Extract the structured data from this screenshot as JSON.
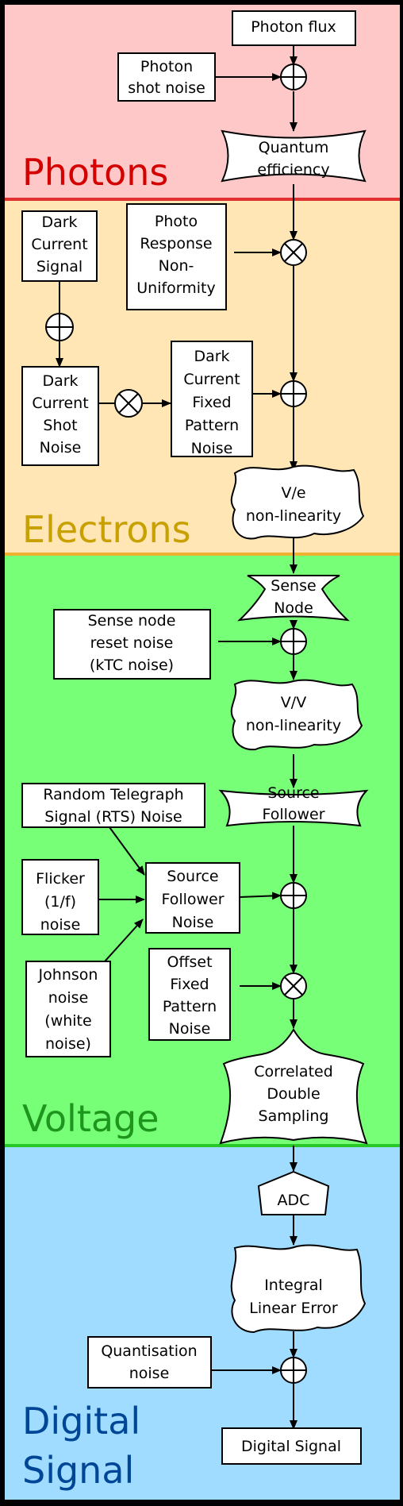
{
  "sections": {
    "photons": {
      "label": "Photons",
      "fill": "#ffc8c8",
      "text_color": "#d40000",
      "border": "#e03030"
    },
    "electrons": {
      "label": "Electrons",
      "fill": "#ffe6b4",
      "text_color": "#c8a000",
      "border": "#f0b030"
    },
    "voltage": {
      "label": "Voltage",
      "fill": "#78ff78",
      "text_color": "#1e961e",
      "border": "#28c828"
    },
    "digital": {
      "label_line1": "Digital",
      "label_line2": "Signal",
      "fill": "#a0dcff",
      "text_color": "#004696"
    }
  },
  "boxes": {
    "photon_flux": {
      "lines": [
        "Photon flux"
      ]
    },
    "photon_shot_noise": {
      "lines": [
        "Photon",
        "shot noise"
      ]
    },
    "dark_current_signal": {
      "lines": [
        "Dark",
        "Current",
        "Signal"
      ]
    },
    "prnu": {
      "lines": [
        "Photo",
        "Response",
        "Non-",
        "Uniformity"
      ]
    },
    "dark_current_shot_noise": {
      "lines": [
        "Dark",
        "Current",
        "Shot",
        "Noise"
      ]
    },
    "dark_current_fpn": {
      "lines": [
        "Dark",
        "Current",
        "Fixed",
        "Pattern",
        "Noise"
      ]
    },
    "sense_node_reset_noise": {
      "lines": [
        "Sense node",
        "reset  noise",
        "(kTC noise)"
      ]
    },
    "rts_noise": {
      "lines": [
        "Random  Telegraph",
        "Signal (RTS) Noise"
      ]
    },
    "flicker_noise": {
      "lines": [
        "Flicker",
        "(1/f)",
        "noise"
      ]
    },
    "source_follower_noise": {
      "lines": [
        "Source",
        "Follower",
        "Noise"
      ]
    },
    "johnson_noise": {
      "lines": [
        "Johnson",
        "noise",
        "(white",
        "noise)"
      ]
    },
    "offset_fpn": {
      "lines": [
        "Offset",
        "Fixed",
        "Pattern",
        "Noise"
      ]
    },
    "quantisation_noise": {
      "lines": [
        "Quantisation",
        "noise"
      ]
    },
    "digital_signal": {
      "lines": [
        "Digital Signal"
      ]
    }
  },
  "shapes": {
    "quantum_efficiency": {
      "lines": [
        "Quantum",
        "efficiency"
      ]
    },
    "ve_nonlinearity": {
      "lines": [
        "V/e",
        "non-linearity"
      ]
    },
    "sense_node": {
      "lines": [
        "Sense",
        "Node"
      ]
    },
    "vv_nonlinearity": {
      "lines": [
        "V/V",
        "non-linearity"
      ]
    },
    "source_follower": {
      "lines": [
        "Source",
        "Follower"
      ]
    },
    "cds": {
      "lines": [
        "Correlated",
        "Double",
        "Sampling"
      ]
    },
    "adc": {
      "lines": [
        "ADC"
      ]
    },
    "ile": {
      "lines": [
        "Integral",
        "Linear Error"
      ]
    }
  },
  "operators": {
    "add": "sum-junction",
    "multiply": "product-junction"
  }
}
